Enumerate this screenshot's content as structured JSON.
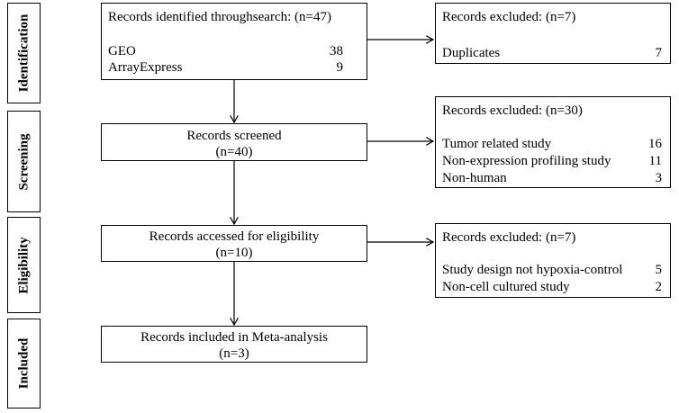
{
  "stages": [
    "Identification",
    "Screening",
    "Eligibility",
    "Included"
  ],
  "identification": {
    "title": "Records identified throughsearch: (n=47)",
    "items": [
      {
        "label": "GEO",
        "count": "38"
      },
      {
        "label": "ArrayExpress",
        "count": "9"
      }
    ]
  },
  "excluded_1": {
    "title": "Records excluded: (n=7)",
    "items": [
      {
        "label": "Duplicates",
        "count": "7"
      }
    ]
  },
  "screened": {
    "line1": "Records screened",
    "line2": "(n=40)"
  },
  "excluded_2": {
    "title": "Records excluded: (n=30)",
    "items": [
      {
        "label": "Tumor related study",
        "count": "16"
      },
      {
        "label": "Non-expression profiling study",
        "count": "11"
      },
      {
        "label": "Non-human",
        "count": "3"
      }
    ]
  },
  "eligibility": {
    "line1": "Records accessed for eligibility",
    "line2": "(n=10)"
  },
  "excluded_3": {
    "title": "Records excluded: (n=7)",
    "items": [
      {
        "label": "Study design not hypoxia-control",
        "count": "5"
      },
      {
        "label": "Non-cell cultured study",
        "count": "2"
      }
    ]
  },
  "included": {
    "line1": "Records included in Meta-analysis",
    "line2": "(n=3)"
  }
}
